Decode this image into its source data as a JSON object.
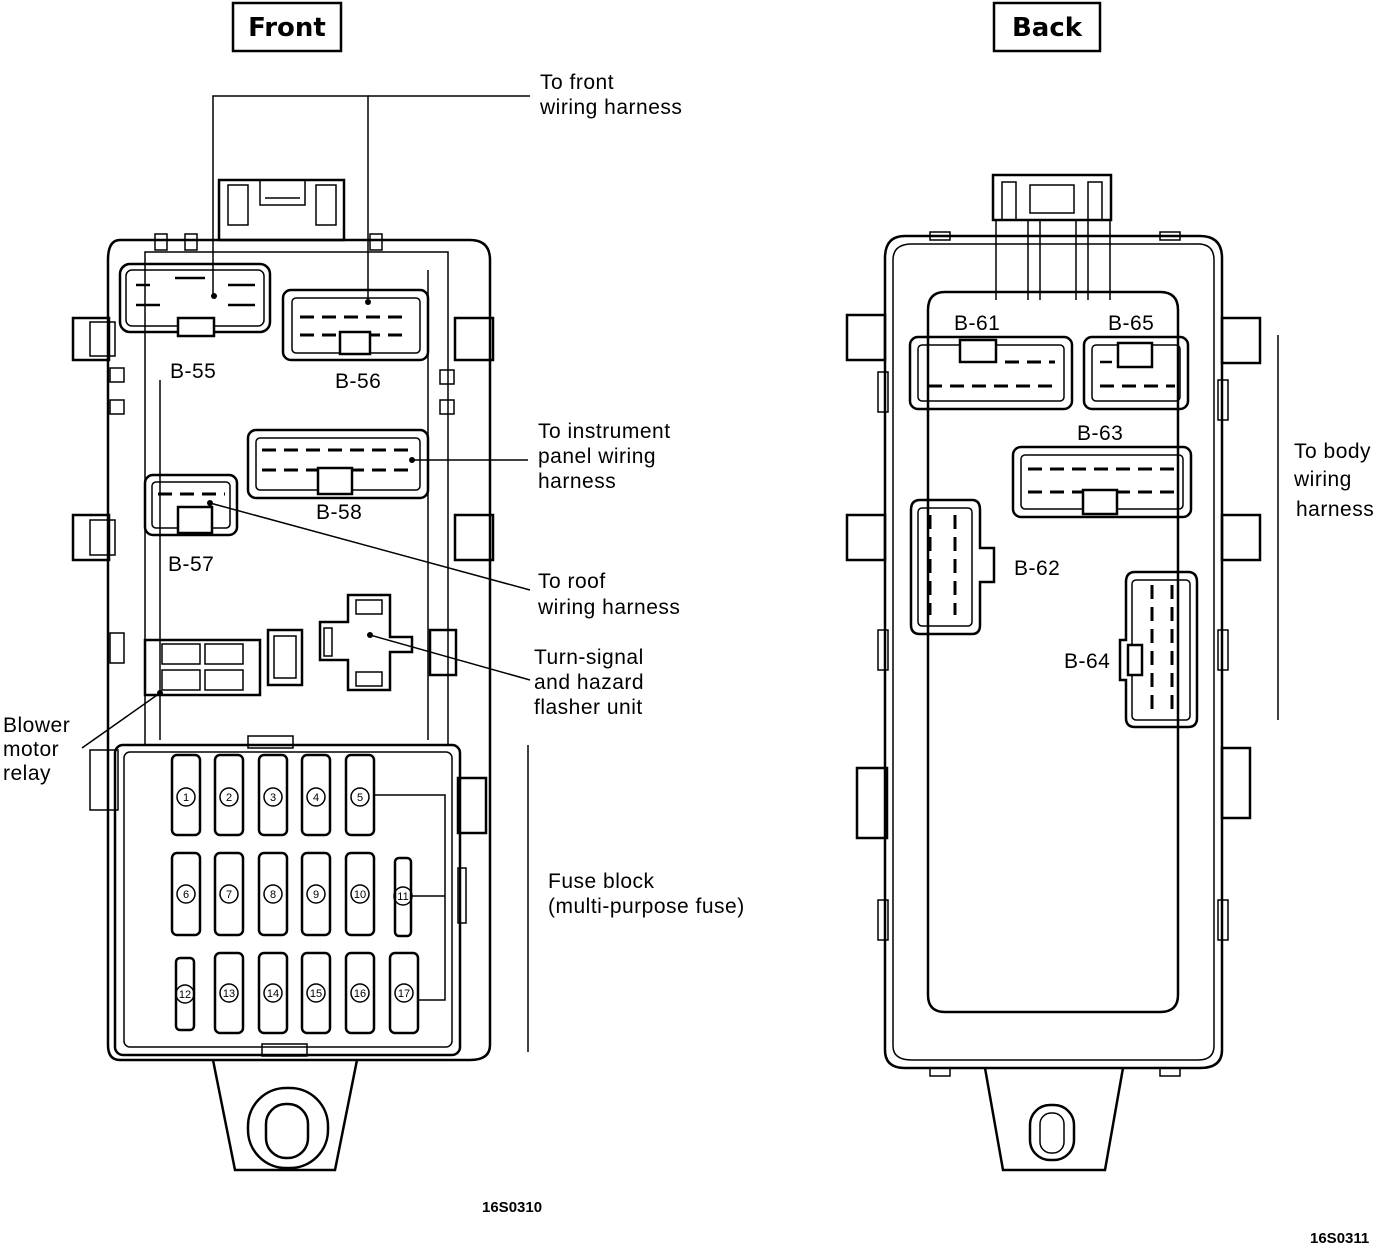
{
  "titles": {
    "front": "Front",
    "back": "Back"
  },
  "front": {
    "connectors": {
      "b55": "B-55",
      "b56": "B-56",
      "b57": "B-57",
      "b58": "B-58"
    },
    "callouts": {
      "front_harness": [
        "To front",
        "wiring harness"
      ],
      "instrument_harness": [
        "To instrument",
        "panel wiring",
        "harness"
      ],
      "roof_harness": [
        "To roof",
        "wiring harness"
      ],
      "flasher": [
        "Turn-signal",
        "and hazard",
        "flasher unit"
      ],
      "blower": [
        "Blower",
        "motor",
        "relay"
      ],
      "fuse_block": [
        "Fuse block",
        "(multi-purpose fuse)"
      ]
    },
    "fuses": [
      "1",
      "2",
      "3",
      "4",
      "5",
      "6",
      "7",
      "8",
      "9",
      "10",
      "11",
      "12",
      "13",
      "14",
      "15",
      "16",
      "17"
    ],
    "figure_code": "16S0310"
  },
  "back": {
    "connectors": {
      "b61": "B-61",
      "b62": "B-62",
      "b63": "B-63",
      "b64": "B-64",
      "b65": "B-65"
    },
    "callouts": {
      "body_harness": [
        "To body",
        "wiring",
        "harness"
      ]
    },
    "figure_code": "16S0311"
  }
}
